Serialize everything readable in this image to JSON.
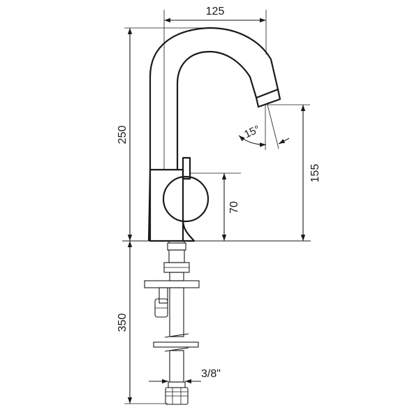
{
  "dimensions": {
    "spout_reach": "125",
    "overall_height": "250",
    "spout_height": "155",
    "lever_height": "70",
    "hose_length": "350",
    "connection_size": "3/8\"",
    "spout_angle": "15°"
  }
}
